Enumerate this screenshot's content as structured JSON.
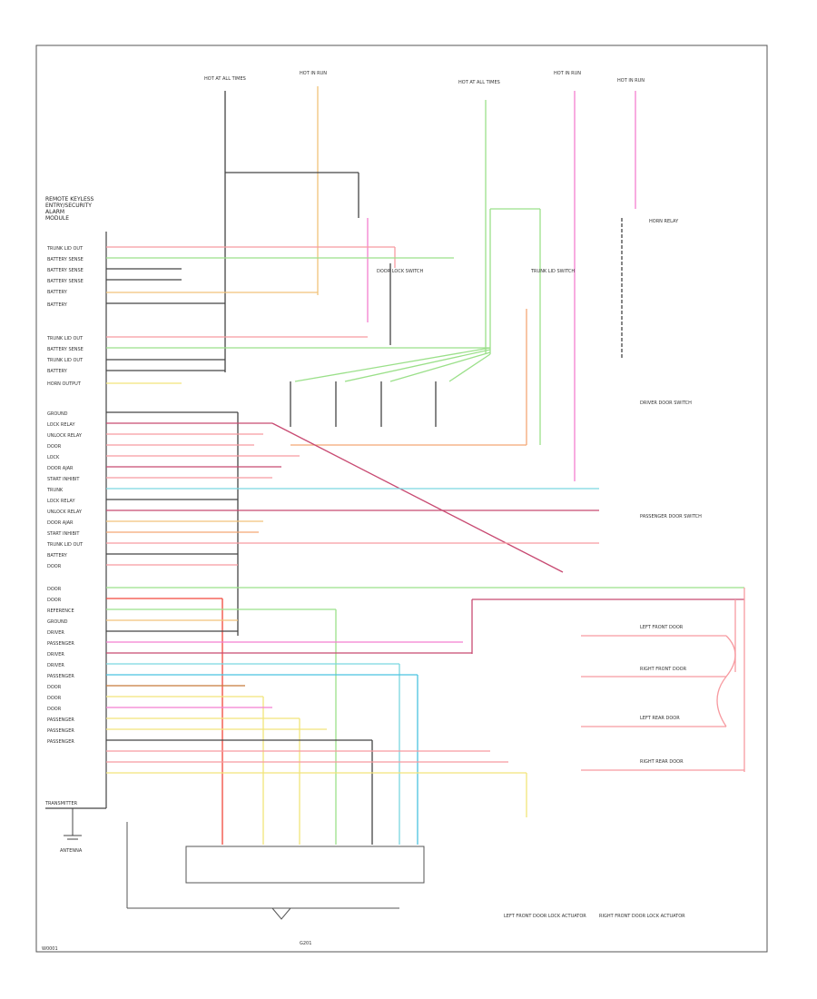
{
  "module": {
    "title_lines": [
      "REMOTE KEYLESS",
      "ENTRY/SECURITY",
      "ALARM",
      "MODULE"
    ],
    "transmitter": "TRANSMITTER",
    "antenna": "ANTENNA",
    "pins_upper": [
      "TRUNK LID OUT",
      "BATTERY SENSE",
      "BATTERY SENSE",
      "BATTERY SENSE",
      "BATTERY",
      "BATTERY",
      "TRUNK LID OUT",
      "BATTERY SENSE",
      "TRUNK LID OUT",
      "BATTERY",
      "HORN OUTPUT"
    ],
    "pins_lower": [
      "GROUND",
      "LOCK RELAY",
      "UNLOCK RELAY",
      "DOOR",
      "LOCK",
      "DOOR AJAR",
      "START INHIBIT",
      "TRUNK",
      "LOCK RELAY",
      "UNLOCK RELAY",
      "DOOR AJAR",
      "START INHIBIT",
      "TRUNK LID OUT",
      "BATTERY",
      "DOOR",
      "DOOR",
      "DOOR",
      "REFERENCE",
      "GROUND",
      "DRIVER",
      "PASSENGER",
      "DRIVER",
      "DRIVER",
      "PASSENGER",
      "DOOR",
      "DOOR",
      "DOOR",
      "PASSENGER",
      "PASSENGER",
      "PASSENGER"
    ]
  },
  "top_labels": [
    "HOT AT ALL TIMES",
    "HOT IN RUN",
    "HOT AT ALL TIMES",
    "HOT IN RUN",
    "HOT IN RUN"
  ],
  "components": [
    "DOOR LOCK SWITCH",
    "TRUNK LID SWITCH",
    "DRIVER DOOR SWITCH",
    "PASSENGER DOOR SWITCH",
    "LEFT FRONT DOOR",
    "RIGHT FRONT DOOR",
    "LEFT REAR DOOR",
    "RIGHT REAR DOOR",
    "HORN RELAY",
    "LEFT FRONT DOOR LOCK ACTUATOR",
    "RIGHT FRONT DOOR LOCK ACTUATOR"
  ],
  "ground": "G201",
  "footer_code": "W0001"
}
